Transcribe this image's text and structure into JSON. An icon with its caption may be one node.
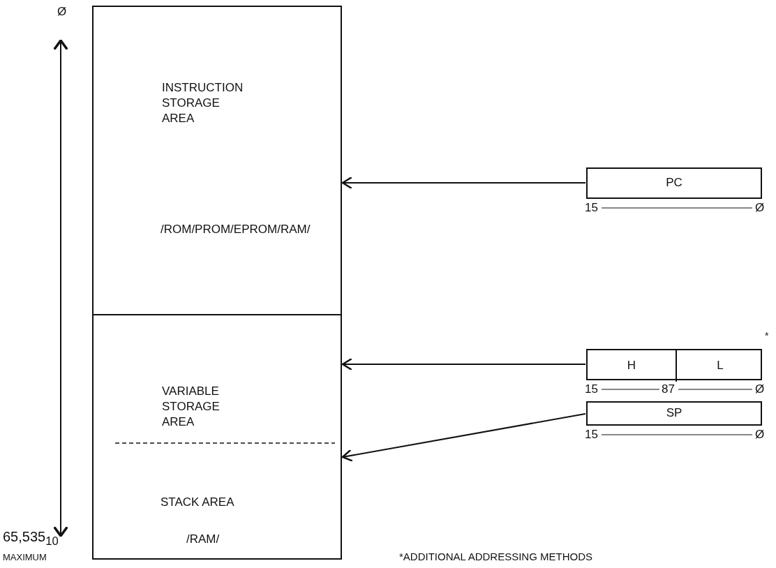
{
  "diagram": {
    "nodes": [
      {
        "text": [
          "INSTRUCTION STORAGE AREA",
          "/ROM/PROM/EPROM/RAM/"
        ]
      },
      {
        "text": [
          "VARIABLE STORAGE AREA"
        ]
      },
      {
        "text": [
          "STACK AREA",
          "/RAM/"
        ]
      },
      {
        "text": [
          "PC"
        ],
        "beside": [
          "15",
          "Ø"
        ]
      },
      {
        "text": [],
        "shape": "box",
        "beside": [
          "15",
          "87",
          "Ø"
        ]
      },
      {
        "text": [
          "H"
        ],
        "in": 4
      },
      {
        "text": [
          "L"
        ],
        "in": 4
      },
      {
        "text": [
          "SP"
        ],
        "beside": [
          "15",
          "Ø"
        ]
      }
    ],
    "edges": [
      {
        "from": 3,
        "to": 0,
        "arrow": "to"
      },
      {
        "from": 4,
        "to": 1,
        "arrow": "to"
      },
      {
        "from": 7,
        "to": 2,
        "arrow": "to"
      }
    ],
    "labels": [
      "Ø",
      "65,535$_{10}$",
      "MAXIMUM",
      "*",
      "*ADDITIONAL ADDRESSING METHODS"
    ]
  }
}
